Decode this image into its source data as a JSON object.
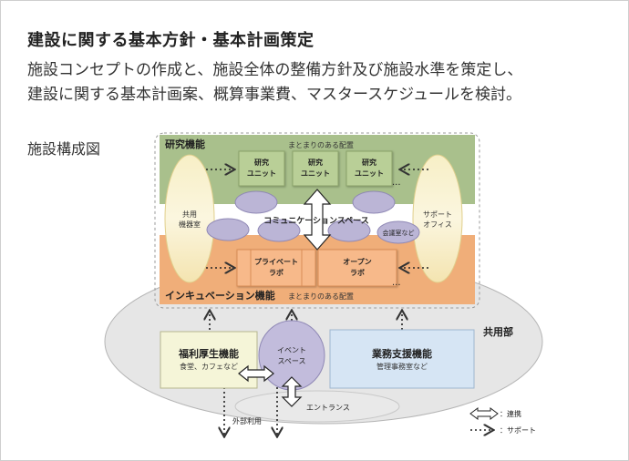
{
  "title": "建設に関する基本方針・基本計画策定",
  "description": {
    "line1": "施設コンセプトの作成と、施設全体の整備方針及び施設水準を策定し、",
    "line2": "建設に関する基本計画案、概算事業費、マスタースケジュールを検討。"
  },
  "diagram": {
    "section_label": "施設構成図",
    "research_zone": {
      "label": "研究機能",
      "arrangement": "まとまりのある配置",
      "units": [
        {
          "line1": "研究",
          "line2": "ユニット"
        },
        {
          "line1": "研究",
          "line2": "ユニット"
        },
        {
          "line1": "研究",
          "line2": "ユニット"
        }
      ]
    },
    "communication_label": "コミュニケーションスペース",
    "meeting_label": "会議室など",
    "shared_equipment": {
      "line1": "共用",
      "line2": "機器室"
    },
    "support_office": {
      "line1": "サポート",
      "line2": "オフィス"
    },
    "incubation_zone": {
      "label": "インキュベーション機能",
      "arrangement": "まとまりのある配置",
      "private_lab": {
        "line1": "プライベート",
        "line2": "ラボ"
      },
      "open_lab": {
        "line1": "オープン",
        "line2": "ラボ"
      }
    },
    "common_area_label": "共用部",
    "welfare": {
      "title": "福利厚生機能",
      "sub": "食堂、カフェなど"
    },
    "event_space": {
      "line1": "イベント",
      "line2": "スペース"
    },
    "business_support": {
      "title": "業務支援機能",
      "sub": "管理事務室など"
    },
    "entrance_label": "エントランス",
    "external_use_label": "外部利用",
    "legend": {
      "cooperation": "：連携",
      "support": "：サポート"
    }
  }
}
